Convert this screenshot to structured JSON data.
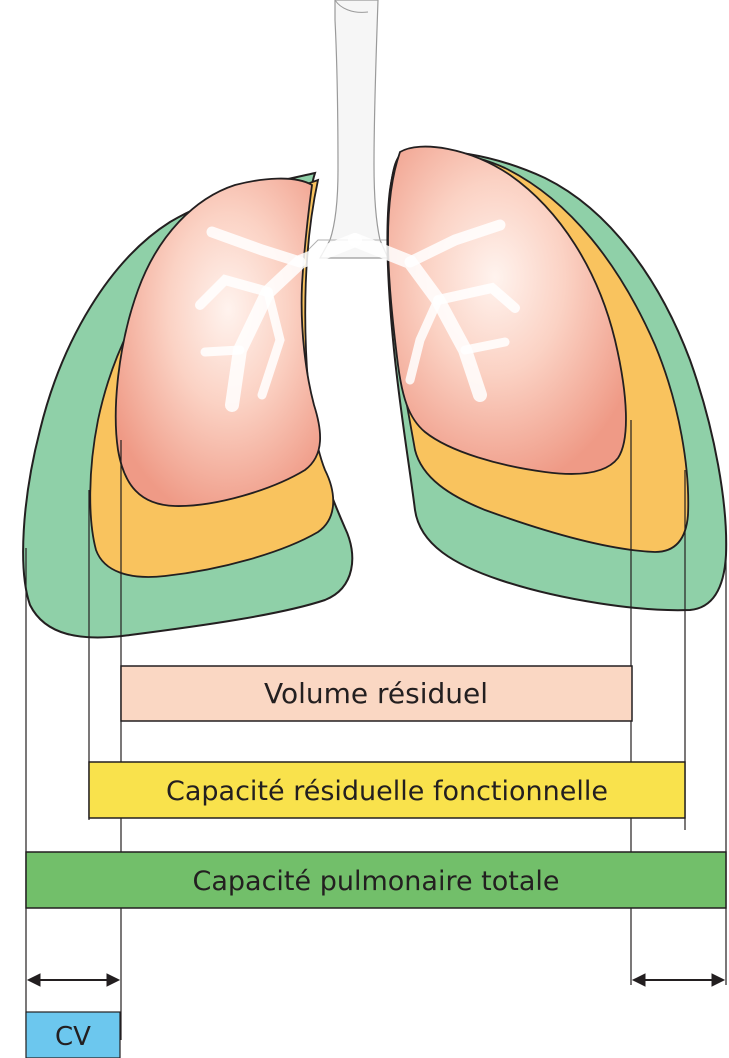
{
  "labels": {
    "volume_residuel": "Volume résiduel",
    "capacite_residuelle_fonctionnelle": "Capacité résiduelle fonctionnelle",
    "capacite_pulmonaire_totale": "Capacité pulmonaire totale",
    "cv": "CV"
  },
  "colors": {
    "total_capacity_zone": "#8fd0a8",
    "functional_residual_zone": "#f9c35e",
    "residual_volume_zone": "#f4a99a",
    "volume_residuel_bar": "#fad7c3",
    "capacite_residuelle_bar": "#f9e24c",
    "capacite_pulmonaire_bar": "#72bf6a",
    "cv_box": "#6cc7ee",
    "outline": "#231f20"
  }
}
